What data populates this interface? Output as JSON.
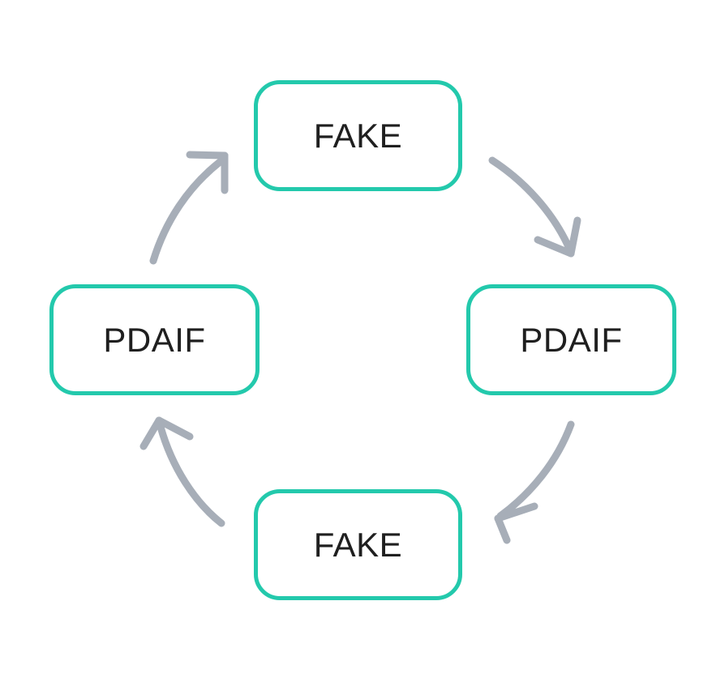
{
  "diagram": {
    "type": "cycle",
    "direction": "clockwise",
    "background_color": "#ffffff",
    "node_border_color": "#23c9ac",
    "node_fill_color": "#ffffff",
    "node_text_color": "#1f1f1f",
    "arrow_color": "#a7aeb8",
    "nodes": [
      {
        "id": "top",
        "label": "FAKE",
        "position": "top"
      },
      {
        "id": "right",
        "label": "PDAIF",
        "position": "right"
      },
      {
        "id": "bottom",
        "label": "FAKE",
        "position": "bottom"
      },
      {
        "id": "left",
        "label": "PDAIF",
        "position": "left"
      }
    ],
    "arrows": [
      {
        "id": "top-to-right",
        "from": "top",
        "to": "right",
        "style": "curved-hand-drawn"
      },
      {
        "id": "right-to-bottom",
        "from": "right",
        "to": "bottom",
        "style": "curved-hand-drawn"
      },
      {
        "id": "bottom-to-left",
        "from": "bottom",
        "to": "left",
        "style": "curved-hand-drawn"
      },
      {
        "id": "left-to-top",
        "from": "left",
        "to": "top",
        "style": "curved-hand-drawn"
      }
    ]
  }
}
